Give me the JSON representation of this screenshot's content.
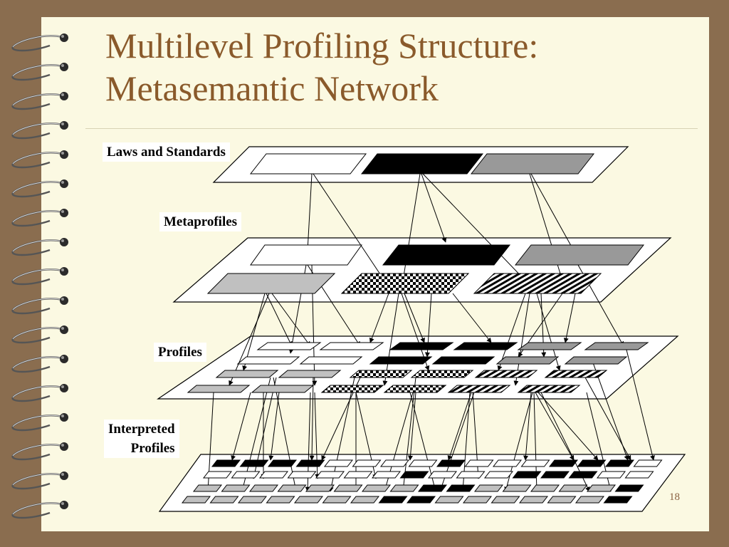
{
  "title": {
    "line1": "Multilevel Profiling Structure:",
    "line2": "Metasemantic Network"
  },
  "levels": {
    "laws": "Laws and Standards",
    "metaprofiles": "Metaprofiles",
    "profiles": "Profiles",
    "interpreted_line1": "Interpreted",
    "interpreted_line2": "Profiles"
  },
  "page_number": "18",
  "colors": {
    "background": "#8a6d4f",
    "paper": "#fbf9e2",
    "title": "#8a5a2b",
    "fill_white": "#ffffff",
    "fill_black": "#000000",
    "fill_gray": "#999999",
    "fill_light_gray": "#c0c0c0"
  },
  "icons": {
    "binding": "spiral-binding-icon"
  }
}
